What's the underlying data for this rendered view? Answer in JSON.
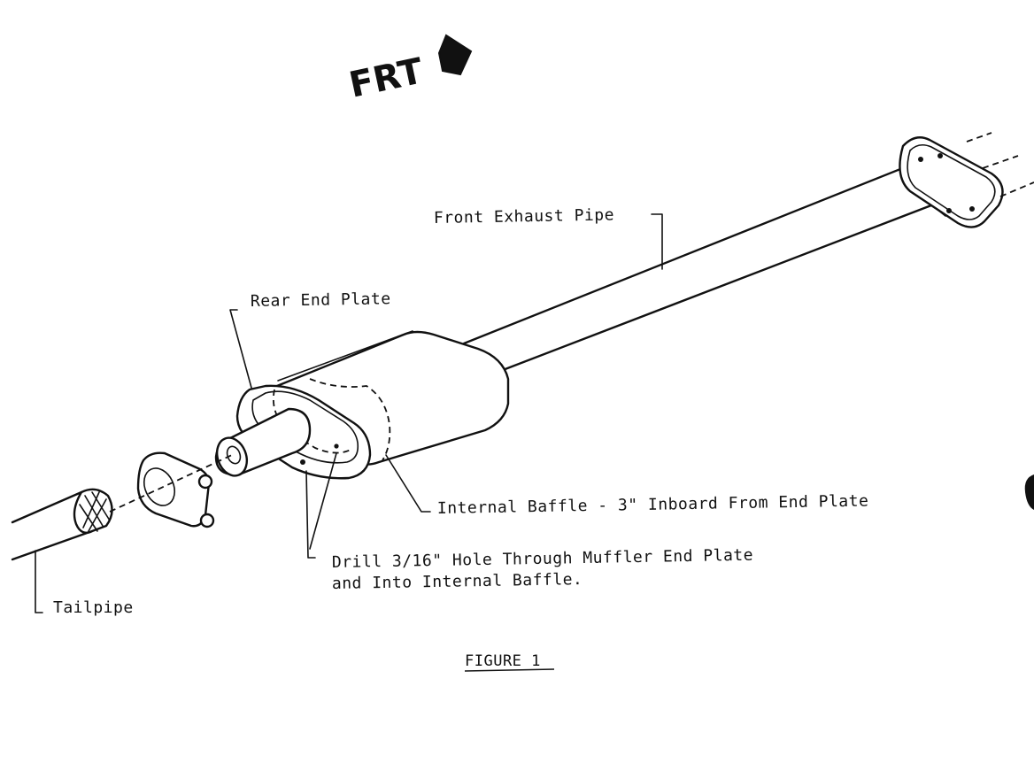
{
  "direction": {
    "label": "FRT",
    "arrow_icon": "arrow-right-icon"
  },
  "labels": {
    "front_exhaust_pipe": "Front Exhaust Pipe",
    "rear_end_plate": "Rear End Plate",
    "internal_baffle": "Internal Baffle - 3\" Inboard From End Plate",
    "drill_line1": "Drill 3/16\" Hole Through Muffler End Plate",
    "drill_line2": "and Into Internal Baffle.",
    "tailpipe": "Tailpipe"
  },
  "caption": "FIGURE 1",
  "colors": {
    "ink": "#111111",
    "paper": "#ffffff"
  }
}
